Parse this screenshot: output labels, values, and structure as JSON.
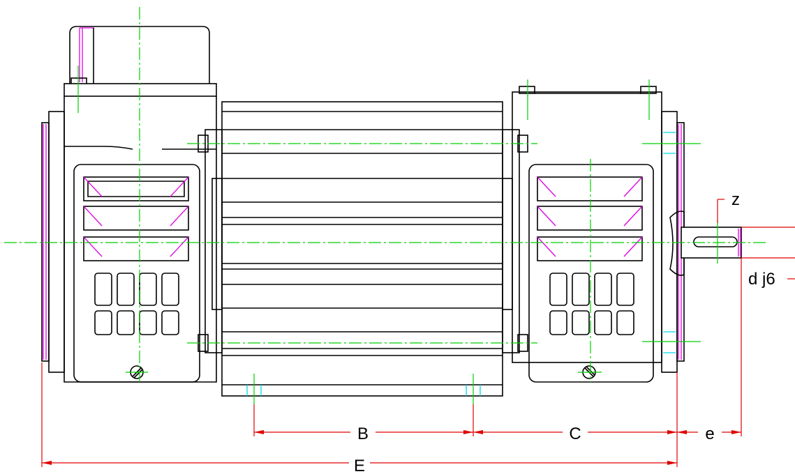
{
  "dimensions": {
    "B": "B",
    "C": "C",
    "e": "e",
    "E": "E",
    "z": "z",
    "d": "d j6"
  },
  "colors": {
    "outline": "#000000",
    "centerline": "#00d000",
    "hidden": "#e000e0",
    "thread": "#00d8e8",
    "dimension": "#e00000"
  }
}
